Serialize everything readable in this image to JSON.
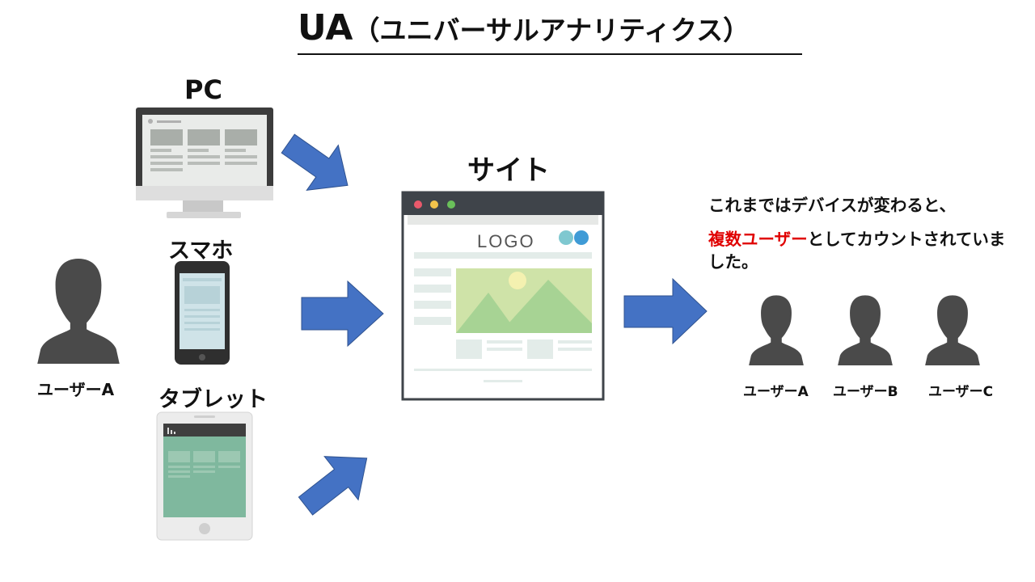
{
  "title": {
    "main": "UA",
    "sub": "（ユニバーサルアナリティクス）"
  },
  "devices": {
    "pc_label": "PC",
    "smartphone_label": "スマホ",
    "tablet_label": "タブレット"
  },
  "site": {
    "label": "サイト",
    "logo_text": "LOGO"
  },
  "left_user": {
    "label": "ユーザーA"
  },
  "note": {
    "line1": "これまではデバイスが変わると、",
    "line2_red": "複数ユーザー",
    "line2_rest": "としてカウントされていま",
    "line3": "した。"
  },
  "result_users": [
    {
      "label": "ユーザーA"
    },
    {
      "label": "ユーザーB"
    },
    {
      "label": "ユーザーC"
    }
  ],
  "colors": {
    "arrow": "#4472c4",
    "person": "#4a4a4a",
    "highlight": "#e00000"
  },
  "icons": [
    "person-icon",
    "desktop-pc-icon",
    "smartphone-icon",
    "tablet-icon",
    "website-browser-icon",
    "arrow-right-icon"
  ]
}
